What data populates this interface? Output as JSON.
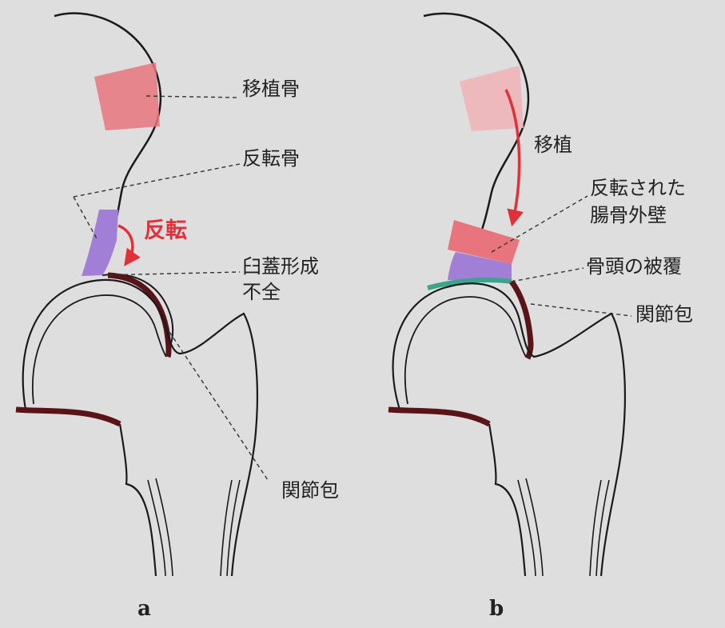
{
  "panel_a": {
    "letter": "a",
    "graft": "移植骨",
    "flipped_bone": "反転骨",
    "flip_arrow": "反転",
    "dysplasia_line1": "臼蓋形成",
    "dysplasia_line2": "不全",
    "capsule": "関節包"
  },
  "panel_b": {
    "letter": "b",
    "transplant_arrow": "移植",
    "flipped_wall_line1": "反転された",
    "flipped_wall_line2": "腸骨外壁",
    "head_cover": "骨頭の被覆",
    "capsule": "関節包"
  },
  "colors": {
    "graft": "#e8757d",
    "graft_light": "#eeb5b8",
    "flipped_bone": "#a27fd6",
    "capsule": "#5a1418",
    "head_cover": "#3aa58a",
    "arrow": "#e0303a",
    "outline": "#1a1a1a"
  }
}
